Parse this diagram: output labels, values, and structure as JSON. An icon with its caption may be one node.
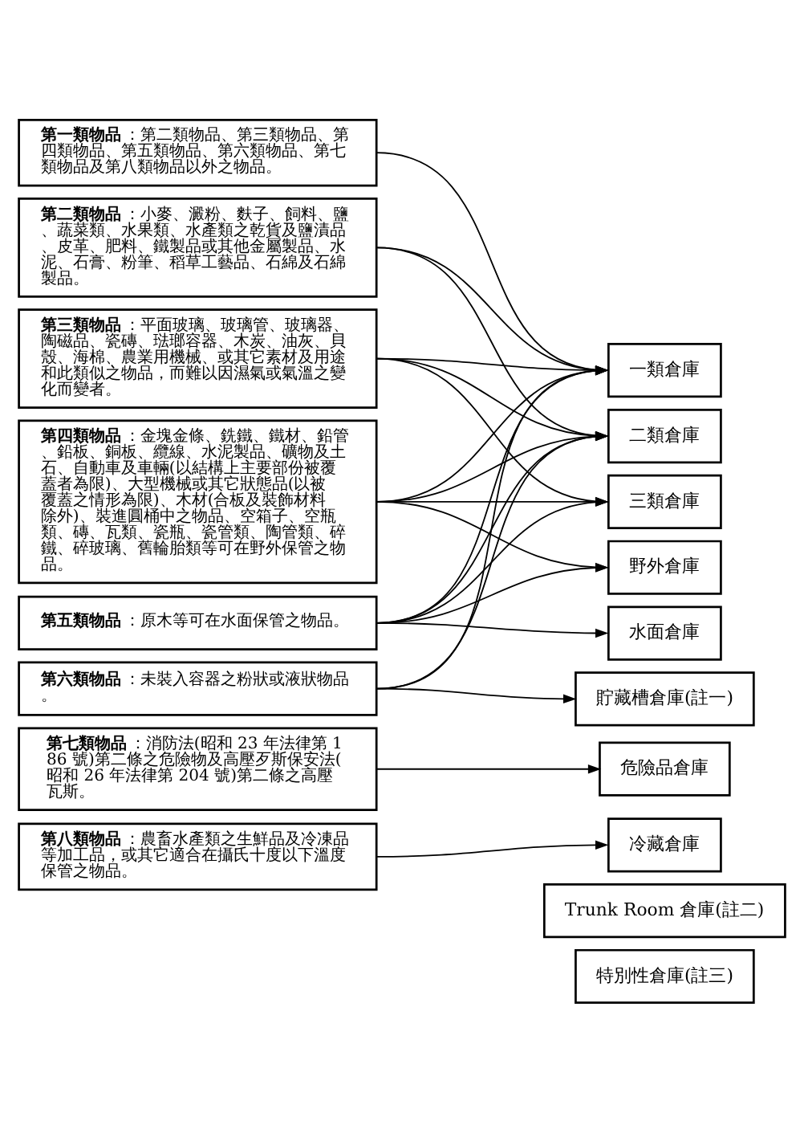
{
  "diagram": {
    "nodes": [
      {
        "text": [
          "**第一類物品**：第二類物品、第三類物品、第四類物品、第五類物品、第六類物品、第七類物品及第八類物品以外之物品。"
        ]
      },
      {
        "text": [
          "**第二類物品**：小麥、澱粉、麩子、飼料、鹽、蔬菜類、水果類、水產類之乾貨及鹽漬品、皮革、肥料、鐵製品或其他金屬製品、水泥、石膏、粉筆、稻草工藝品、石綿及石綿製品。"
        ]
      },
      {
        "text": [
          "**第三類物品**：平面玻璃、玻璃管、玻璃器、陶磁品、瓷磚、琺瑯容器、木炭、油灰、貝殼、海棉、農業用機械、或其它素材及用途和此類似之物品，而難以因濕氣或氣溫之變化而變者。"
        ]
      },
      {
        "text": [
          "**第四類物品**：金塊金條、銑鐵、鐵材、鉛管、鉛板、銅板、纜線、水泥製品、礦物及土石、自動車及車輛(以結構上主要部份被覆蓋者為限)、大型機械或其它狀態品(以被覆蓋之情形為限)、木材(合板及裝飾材料除外)、裝進圓桶中之物品、空箱子、空瓶類、磚、瓦類、瓷瓶、瓷管類、陶管類、碎鐵、碎玻璃、舊輪胎類等可在野外保管之物品。"
        ]
      },
      {
        "text": [
          "**第五類物品**：原木等可在水面保管之物品。"
        ]
      },
      {
        "text": [
          "**第六類物品**：未裝入容器之粉狀或液狀物品。"
        ]
      },
      {
        "text": [
          "**第七類物品**：消防法(昭和 23 年法律第 186 號)第二條之危險物及高壓歹斯保安法(昭和 26 年法律第 204 號)第二條之高壓瓦斯。"
        ]
      },
      {
        "text": [
          "**第八類物品**：農畜水產類之生鮮品及冷凍品等加工品，或其它適合在攝氏十度以下溫度保管之物品。"
        ]
      },
      {
        "text": [
          "一類倉庫"
        ]
      },
      {
        "text": [
          "二類倉庫"
        ]
      },
      {
        "text": [
          "三類倉庫"
        ]
      },
      {
        "text": [
          "野外倉庫"
        ]
      },
      {
        "text": [
          "水面倉庫"
        ]
      },
      {
        "text": [
          "貯藏槽倉庫(註一)"
        ]
      },
      {
        "text": [
          "危險品倉庫"
        ]
      },
      {
        "text": [
          "冷藏倉庫"
        ]
      },
      {
        "text": [
          "Trunk Room 倉庫(註二)"
        ]
      },
      {
        "text": [
          "特別性倉庫(註三)"
        ]
      }
    ],
    "edges": [
      {
        "from": 0,
        "to": 8,
        "arrow": "to"
      },
      {
        "from": 1,
        "to": 8,
        "arrow": "to"
      },
      {
        "from": 2,
        "to": 8,
        "arrow": "to"
      },
      {
        "from": 3,
        "to": 8,
        "arrow": "to"
      },
      {
        "from": 4,
        "to": 8,
        "arrow": "to"
      },
      {
        "from": 5,
        "to": 8,
        "arrow": "to"
      },
      {
        "from": 1,
        "to": 9,
        "arrow": "to"
      },
      {
        "from": 2,
        "to": 9,
        "arrow": "to"
      },
      {
        "from": 3,
        "to": 9,
        "arrow": "to"
      },
      {
        "from": 4,
        "to": 9,
        "arrow": "to"
      },
      {
        "from": 5,
        "to": 9,
        "arrow": "to"
      },
      {
        "from": 2,
        "to": 10,
        "arrow": "to"
      },
      {
        "from": 3,
        "to": 10,
        "arrow": "to"
      },
      {
        "from": 4,
        "to": 10,
        "arrow": "to"
      },
      {
        "from": 3,
        "to": 11,
        "arrow": "to"
      },
      {
        "from": 4,
        "to": 11,
        "arrow": "to"
      },
      {
        "from": 4,
        "to": 12,
        "arrow": "to"
      },
      {
        "from": 5,
        "to": 13,
        "arrow": "to"
      },
      {
        "from": 6,
        "to": 14,
        "arrow": "to"
      },
      {
        "from": 7,
        "to": 15,
        "arrow": "to"
      }
    ]
  }
}
